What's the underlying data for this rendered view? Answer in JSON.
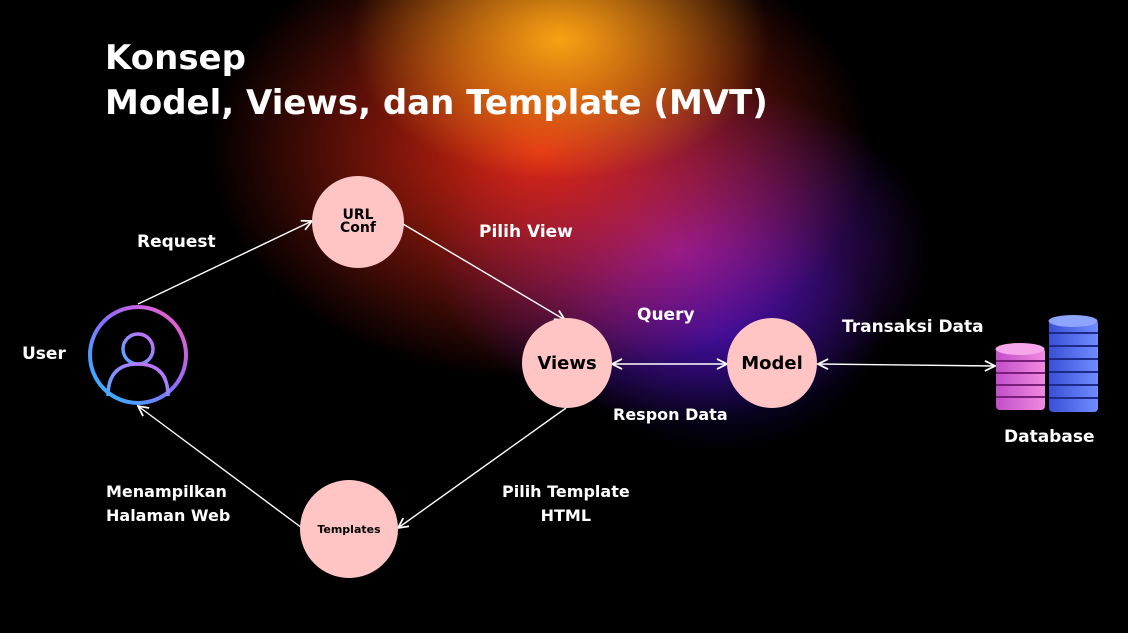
{
  "title": {
    "line1": "Konsep",
    "line2": "Model, Views, dan Template (MVT)"
  },
  "nodes": {
    "url_conf_line1": "URL",
    "url_conf_line2": "Conf",
    "views": "Views",
    "model": "Model",
    "templates": "Templates"
  },
  "labels": {
    "user": "User",
    "request": "Request",
    "pilih_view": "Pilih View",
    "query": "Query",
    "respon_data": "Respon Data",
    "transaksi_data": "Transaksi Data",
    "database": "Database",
    "pilih_template_line1": "Pilih Template",
    "pilih_template_line2": "HTML",
    "menampilkan_line1": "Menampilkan",
    "menampilkan_line2": "Halaman Web"
  },
  "icons": {
    "user": "user-icon",
    "database": "database-icon"
  },
  "colors": {
    "node_fill": "#ffc5c5",
    "background": "#000000",
    "accent_warm": "#ff8a00",
    "accent_purple": "#6a1ad0"
  }
}
